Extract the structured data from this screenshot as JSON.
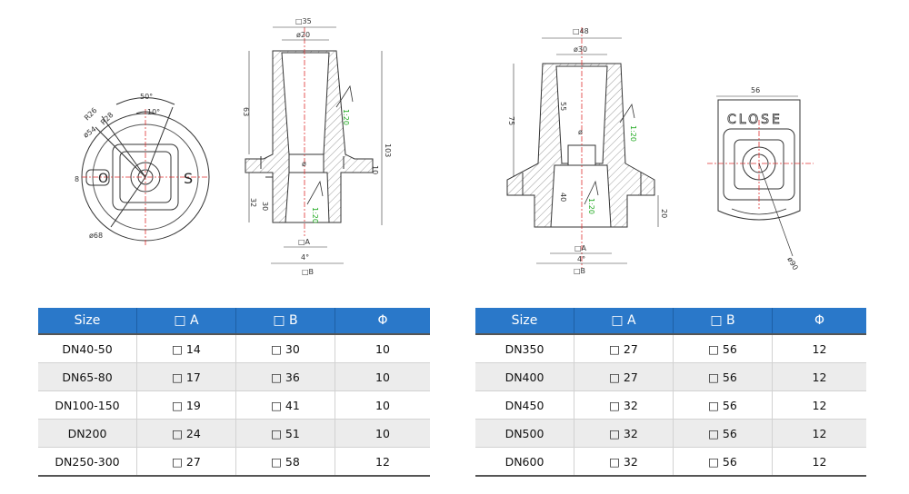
{
  "drawing_labels": {
    "left_view": {
      "angle1": "50°",
      "angle2": "10°",
      "r26": "R26",
      "r28": "R28",
      "d54": "ø54",
      "d68": "ø68",
      "eight": "8",
      "o": "O",
      "s": "S"
    },
    "mid_view": {
      "sq35": "□35",
      "d20": "ø20",
      "h63": "63",
      "h103": "103",
      "h10": "10",
      "h32": "32",
      "h30": "30",
      "phi": "ø",
      "taper1": "1:20",
      "taper2": "1:20",
      "sqA": "□A",
      "four": "4°",
      "sqB": "□B"
    },
    "right_view": {
      "sq48": "□48",
      "d30": "ø30",
      "h75": "75",
      "h55": "55",
      "phi": "ø",
      "h40": "40",
      "h20": "20",
      "taper1": "1:20",
      "taper2": "1:20",
      "sqA": "□A",
      "four": "4°",
      "sqB": "□B"
    },
    "top_view": {
      "w56": "56",
      "close": "CLOSE",
      "d90": "ø90"
    }
  },
  "table_left": {
    "headers": [
      "Size",
      "□ A",
      "□ B",
      "Φ"
    ],
    "rows": [
      [
        "DN40-50",
        "□ 14",
        "□ 30",
        "10"
      ],
      [
        "DN65-80",
        "□ 17",
        "□ 36",
        "10"
      ],
      [
        "DN100-150",
        "□ 19",
        "□ 41",
        "10"
      ],
      [
        "DN200",
        "□ 24",
        "□ 51",
        "10"
      ],
      [
        "DN250-300",
        "□ 27",
        "□ 58",
        "12"
      ]
    ]
  },
  "table_right": {
    "headers": [
      "Size",
      "□ A",
      "□ B",
      "Φ"
    ],
    "rows": [
      [
        "DN350",
        "□ 27",
        "□ 56",
        "12"
      ],
      [
        "DN400",
        "□ 27",
        "□ 56",
        "12"
      ],
      [
        "DN450",
        "□ 32",
        "□ 56",
        "12"
      ],
      [
        "DN500",
        "□ 32",
        "□ 56",
        "12"
      ],
      [
        "DN600",
        "□ 32",
        "□ 56",
        "12"
      ]
    ]
  },
  "colors": {
    "header_bg": "#2a78c9",
    "alt_row": "#ececec",
    "centerline": "#e03030",
    "taper": "#22aa22"
  }
}
